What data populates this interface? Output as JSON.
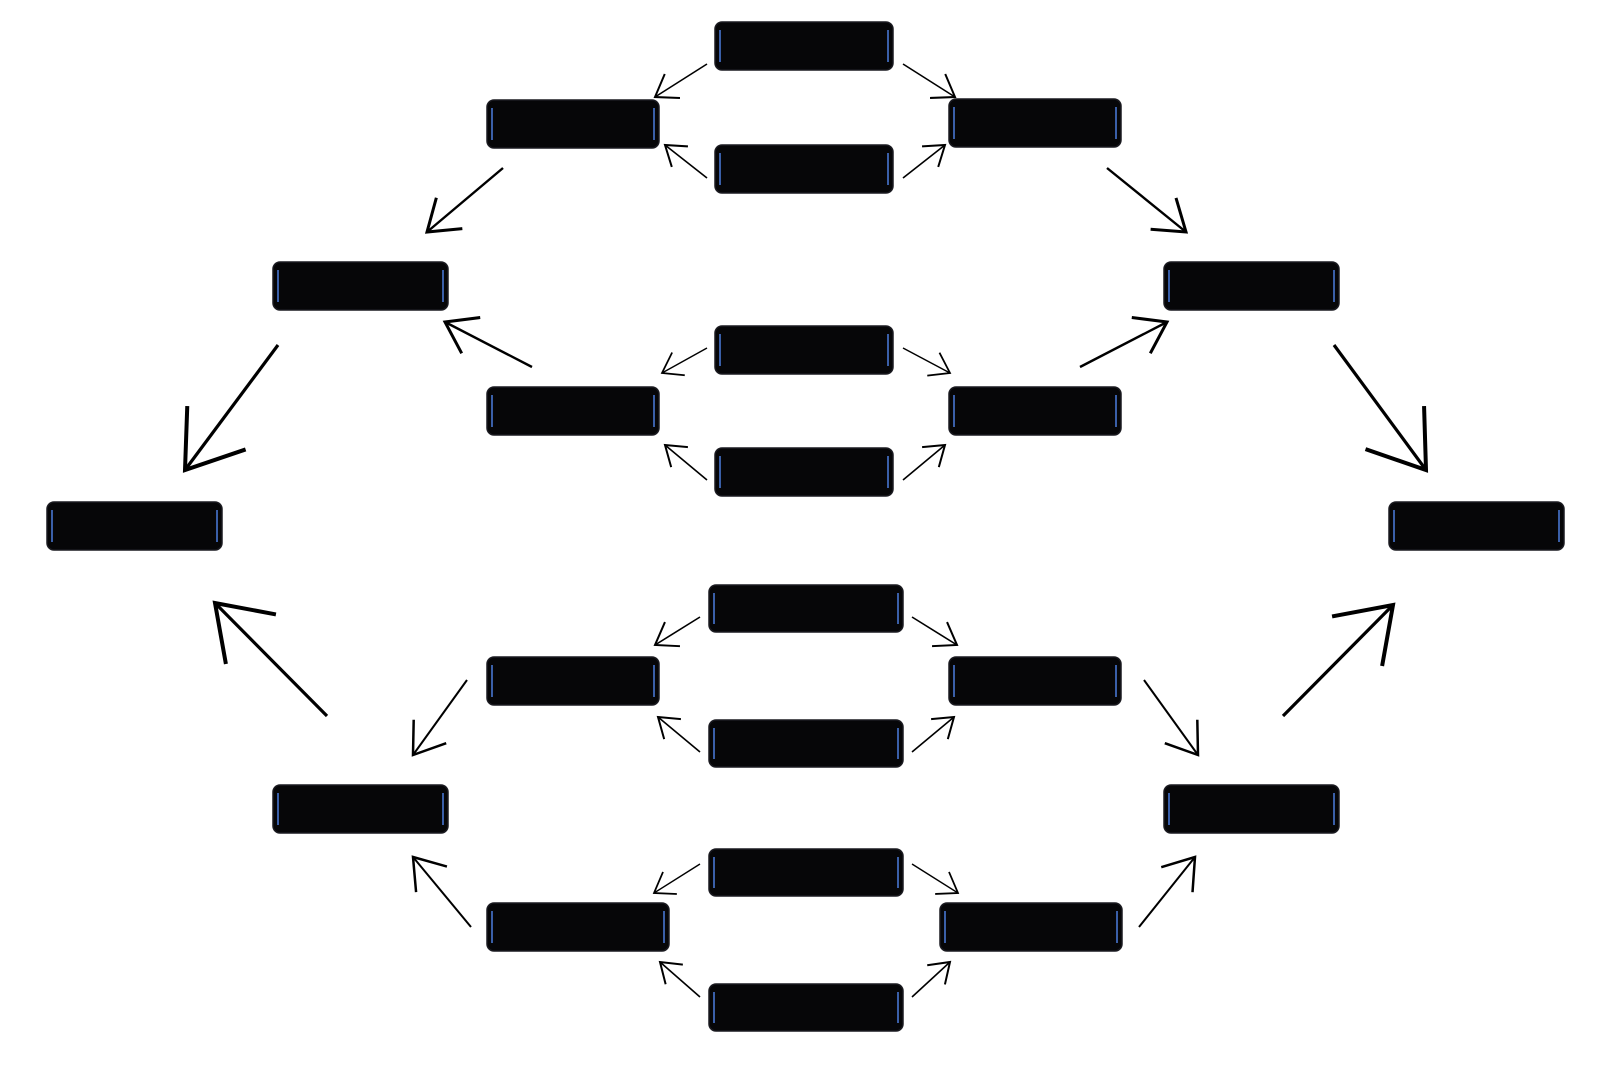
{
  "diagram": {
    "colors": {
      "background": "#ffffff",
      "node_fill": "#060608",
      "node_edge_accent": "#3a5fa8",
      "arrow": "#000000"
    },
    "nodes": [
      {
        "id": "top-a",
        "label": ""
      },
      {
        "id": "top-b",
        "label": ""
      },
      {
        "id": "top-left",
        "label": ""
      },
      {
        "id": "top-right",
        "label": ""
      },
      {
        "id": "upper-left",
        "label": ""
      },
      {
        "id": "upper-right",
        "label": ""
      },
      {
        "id": "mid-a",
        "label": ""
      },
      {
        "id": "mid-b",
        "label": ""
      },
      {
        "id": "mid-left",
        "label": ""
      },
      {
        "id": "mid-right",
        "label": ""
      },
      {
        "id": "far-left",
        "label": ""
      },
      {
        "id": "far-right",
        "label": ""
      },
      {
        "id": "low-a",
        "label": ""
      },
      {
        "id": "low-b",
        "label": ""
      },
      {
        "id": "low-left",
        "label": ""
      },
      {
        "id": "low-right",
        "label": ""
      },
      {
        "id": "lower-left",
        "label": ""
      },
      {
        "id": "lower-right",
        "label": ""
      },
      {
        "id": "bottom-a",
        "label": ""
      },
      {
        "id": "bottom-b",
        "label": ""
      },
      {
        "id": "bottom-left",
        "label": ""
      },
      {
        "id": "bottom-right",
        "label": ""
      }
    ],
    "edges": [
      {
        "from": "top-a",
        "to": "top-left"
      },
      {
        "from": "top-a",
        "to": "top-right"
      },
      {
        "from": "top-b",
        "to": "top-left"
      },
      {
        "from": "top-b",
        "to": "top-right"
      },
      {
        "from": "top-left",
        "to": "upper-left"
      },
      {
        "from": "top-right",
        "to": "upper-right"
      },
      {
        "from": "mid-a",
        "to": "mid-left"
      },
      {
        "from": "mid-a",
        "to": "mid-right"
      },
      {
        "from": "mid-b",
        "to": "mid-left"
      },
      {
        "from": "mid-b",
        "to": "mid-right"
      },
      {
        "from": "mid-left",
        "to": "upper-left"
      },
      {
        "from": "mid-right",
        "to": "upper-right"
      },
      {
        "from": "upper-left",
        "to": "far-left"
      },
      {
        "from": "upper-right",
        "to": "far-right"
      },
      {
        "from": "low-a",
        "to": "low-left"
      },
      {
        "from": "low-a",
        "to": "low-right"
      },
      {
        "from": "low-b",
        "to": "low-left"
      },
      {
        "from": "low-b",
        "to": "low-right"
      },
      {
        "from": "low-left",
        "to": "lower-left"
      },
      {
        "from": "low-right",
        "to": "lower-right"
      },
      {
        "from": "bottom-a",
        "to": "bottom-left"
      },
      {
        "from": "bottom-a",
        "to": "bottom-right"
      },
      {
        "from": "bottom-b",
        "to": "bottom-left"
      },
      {
        "from": "bottom-b",
        "to": "bottom-right"
      },
      {
        "from": "bottom-left",
        "to": "lower-left"
      },
      {
        "from": "bottom-right",
        "to": "lower-right"
      },
      {
        "from": "lower-left",
        "to": "far-left"
      },
      {
        "from": "lower-right",
        "to": "far-right"
      }
    ]
  }
}
